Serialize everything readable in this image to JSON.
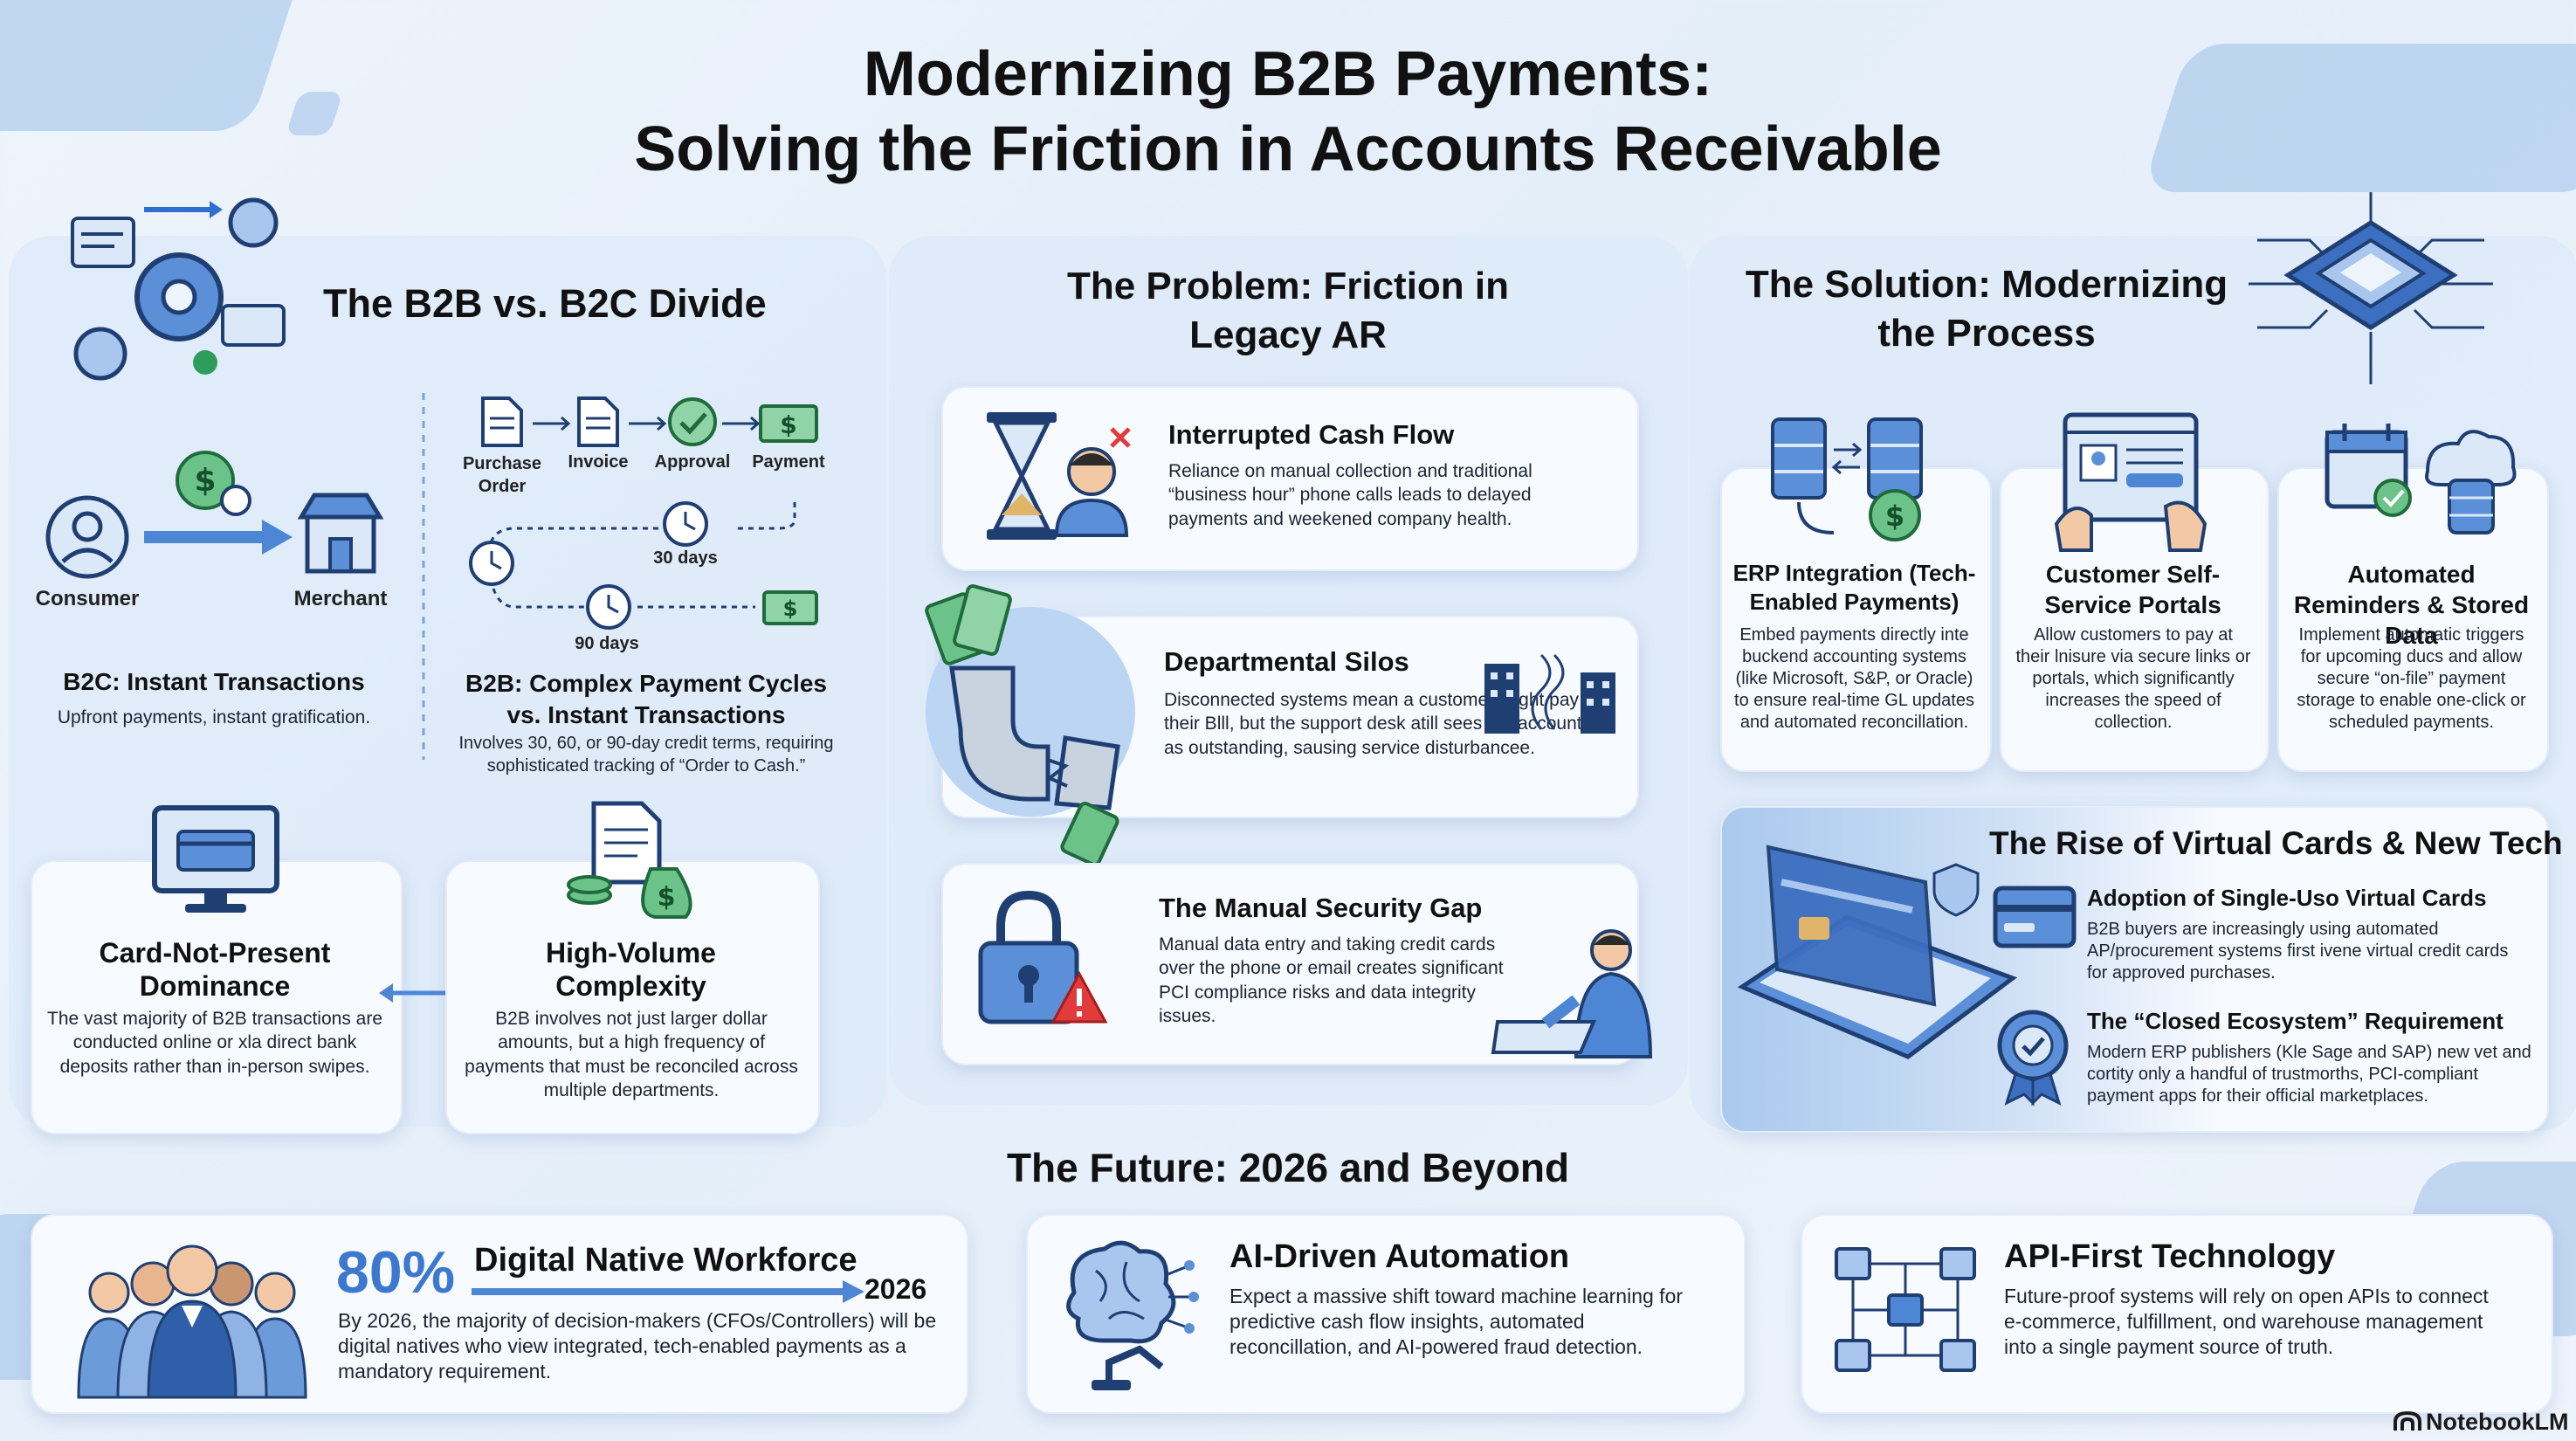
{
  "title": {
    "line1": "Modernizing B2B Payments:",
    "line2": "Solving the Friction in Accounts Receivable"
  },
  "divide": {
    "heading": "The B2B vs. B2C Divide",
    "consumer": "Consumer",
    "merchant": "Merchant",
    "flow": [
      "Purchase Order",
      "Invoice",
      "Approval",
      "Payment"
    ],
    "days30": "30 days",
    "days90": "90 days",
    "b2c_title": "B2C: Instant Transactions",
    "b2c_text": "Upfront payments, instant gratification.",
    "b2b_title": "B2B: Complex Payment Cycles vs. Instant Transactions",
    "b2b_text": "Involves 30, 60, or 90-day credit terms, requiring sophisticated tracking of “Order to Cash.”",
    "cnp_title": "Card-Not-Present Dominance",
    "cnp_text": "The vast majority of B2B transactions are conducted online or xla direct bank deposits rather than in-person swipes.",
    "hv_title": "High-Volume Complexity",
    "hv_text": "B2B involves not just larger dollar amounts, but a high frequency of payments that must be reconciled across multiple departments."
  },
  "problem": {
    "heading": "The Problem: Friction in Legacy AR",
    "items": [
      {
        "title": "Interrupted Cash Flow",
        "text": "Reliance on manual collection and traditional “business hour” phone calls leads to delayed payments and weekened company health."
      },
      {
        "title": "Departmental Silos",
        "text": "Disconnected systems mean a customer might pay their Blll, but the support desk atill sees the account as outstanding, sausing service disturbancee."
      },
      {
        "title": "The Manual Security Gap",
        "text": "Manual data entry and taking credit cards over the phone or email creates significant PCI compliance risks and data integrity issues."
      }
    ]
  },
  "solution": {
    "heading": "The Solution: Modernizing the Process",
    "items": [
      {
        "title": "ERP Integration (Tech-Enabled Payments)",
        "text": "Embed payments directly inte buckend accounting systems (like Microsoft, S&P, or Oracle) to ensure real-time GL updates and automated reconcillation."
      },
      {
        "title": "Customer Self-Service Portals",
        "text": "Allow customers to pay at their lnisure via secure links or portals, which significantly increases the speed of collection."
      },
      {
        "title": "Automated Reminders & Stored Data",
        "text": "Implement automatic triggers for upcoming ducs and allow secure “on-file” payment storage to enable one-click or scheduled payments."
      }
    ],
    "virtual": {
      "heading": "The Rise of Virtual Cards & New Tech",
      "a_title": "Adoption of Single-Uso Virtual Cards",
      "a_text": "B2B buyers are increasingly using automated AP/procurement systems first ivene virtual credit cards for approved purchases.",
      "b_title": "The “Closed Ecosystem” Requirement",
      "b_text": "Modern ERP publishers (Kle Sage and SAP) new vet and cortity only a handful of trustmorths, PCI-compliant payment apps for their official marketplaces."
    }
  },
  "future": {
    "heading": "The Future: 2026 and Beyond",
    "pct": "80%",
    "pct_value": 80,
    "workforce_title": "Digital Native Workforce",
    "year": "2026",
    "workforce_text": "By 2026, the majority of decision-makers (CFOs/Controllers) will be digital natives who view integrated, tech-enabled payments as a mandatory requirement.",
    "ai_title": "AI-Driven Automation",
    "ai_text": "Expect a massive shift toward machine learning for predictive cash flow insights, automated reconcillation, and AI-powered fraud detection.",
    "api_title": "API-First Technology",
    "api_text": "Future-proof systems will rely on open APIs to connect e-commerce, fulfillment, ond warehouse management into a single payment source of truth."
  },
  "brand": "NotebookLM",
  "colors": {
    "accent": "#2f6fd0",
    "dark": "#1f3f73",
    "money": "#2e9d5b",
    "alert": "#e23b3b"
  }
}
